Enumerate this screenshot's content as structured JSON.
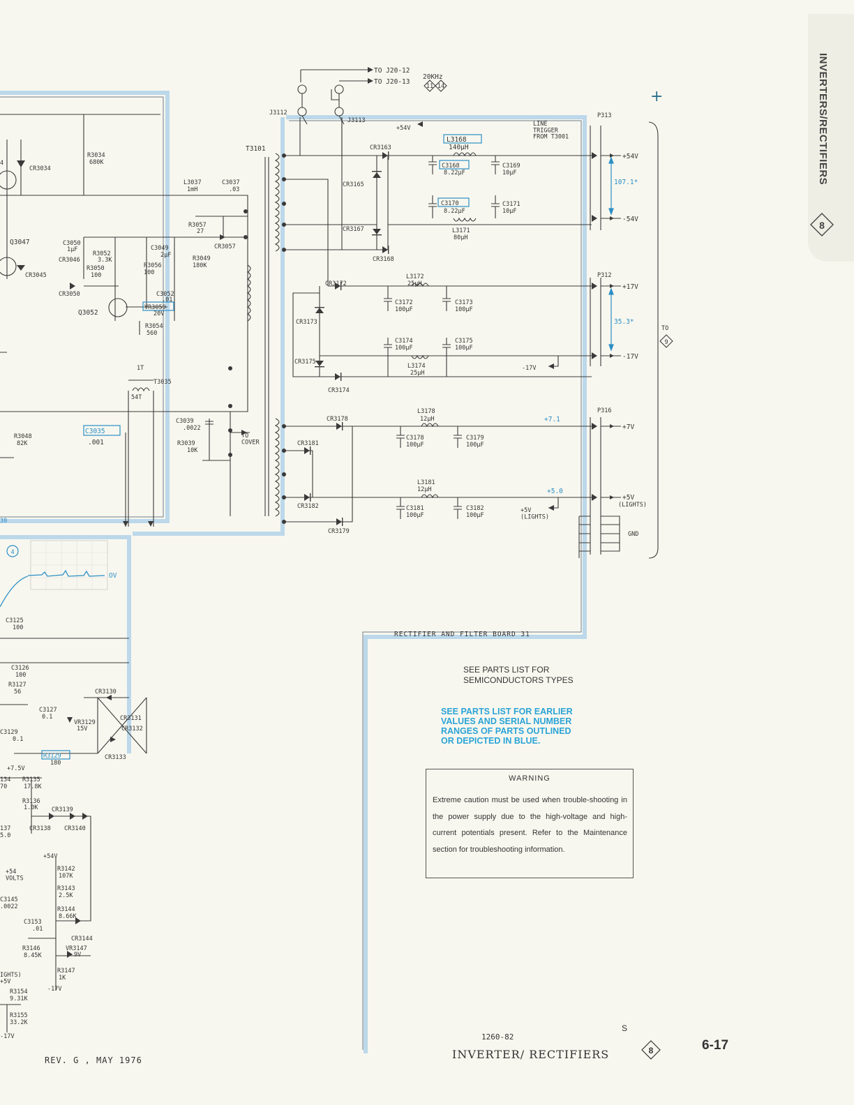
{
  "side_title": "INVERTERS/RECTIFIERS",
  "side_badge": "8",
  "board_name": "RECTIFIER AND FILTER BOARD 31",
  "notes": {
    "parts_list": "SEE PARTS LIST FOR\nSEMICONDUCTORS TYPES",
    "earlier_values": "SEE PARTS LIST FOR EARLIER\nVALUES AND SERIAL NUMBER\nRANGES OF PARTS OUTLINED\nOR DEPICTED IN BLUE."
  },
  "warning": {
    "title": "WARNING",
    "body": "Extreme caution must be used when trouble-shooting in the power supply due to the high-voltage and high-current potentials present. Refer to the Maintenance section for troubleshooting information."
  },
  "footer": {
    "model": "1260-82",
    "title": "INVERTER/ RECTIFIERS",
    "badge": "8",
    "page_number": "6-17",
    "revision": "REV. G , MAY 1976",
    "mark": "S"
  },
  "top": {
    "to_j20_12": "TO J20-12",
    "to_j20_13": "TO J20-13",
    "freq": "20KHz",
    "badge_a": "11",
    "badge_b": "14",
    "j3112": "J3112",
    "j3113": "J3113"
  },
  "outputs": {
    "p313": "P313",
    "line_trigger": "LINE\nTRIGGER\nFROM T3001",
    "plus54": "+54V",
    "minus54": "-54V",
    "v54_measured": "107.1*",
    "p312": "P312",
    "plus17": "+17V",
    "minus17": "-17V",
    "v17_measured": "35.3*",
    "p316": "P316",
    "plus7": "+7V",
    "plus7_measured": "+7.1",
    "plus5": "+5V",
    "plus5_lights": "(LIGHTS)",
    "plus5_measured": "+5.0",
    "gnd": "GND",
    "to": "TO",
    "to_badge": "9",
    "minus17_ret": "-17V",
    "plus5_ret": "+5V\n(LIGHTS)",
    "plus54_int": "+54V"
  },
  "components": {
    "t3101": "T3101",
    "cr3163": "CR3163",
    "cr3165": "CR3165",
    "cr3167": "CR3167",
    "cr3168": "CR3168",
    "l3168": "L3168",
    "l3168_v": "140μH",
    "c3168": "C3168",
    "c3168_v": "8.22μF",
    "c3169": "C3169",
    "c3169_v": "10μF",
    "c3170": "C3170",
    "c3170_v": "8.22μF",
    "c3171": "C3171",
    "c3171_v": "10μF",
    "l3171": "L3171",
    "l3171_v": "80μH",
    "cr3172": "CR3172",
    "cr3173": "CR3173",
    "cr3174": "CR3174",
    "cr3175": "CR3175",
    "l3172": "L3172",
    "l3172_v": "25μH",
    "c3172": "C3172",
    "c3172_v": "100μF",
    "c3173": "C3173",
    "c3173_v": "100μF",
    "c3174": "C3174",
    "c3174_v": "100μF",
    "c3175": "C3175",
    "c3175_v": "100μF",
    "l3174": "L3174",
    "l3174_v": "25μH",
    "cr3178": "CR3178",
    "cr3181": "CR3181",
    "cr3182": "CR3182",
    "cr3179": "CR3179",
    "l3178": "L3178",
    "l3178_v": "12μH",
    "c3178": "C3178",
    "c3178_v": "100μF",
    "c3179": "C3179",
    "c3179_v": "100μF",
    "l3181": "L3181",
    "l3181_v": "12μH",
    "c3181": "C3181",
    "c3181_v": "100μF",
    "c3182": "C3182",
    "c3182_v": "100μF",
    "r3034": "R3034",
    "r3034_v": "680K",
    "cr3034": "CR3034",
    "l3037": "L3037",
    "l3037_v": "1mH",
    "c3037": "C3037",
    "c3037_v": ".03",
    "r3057": "R3057",
    "r3057_v": "27",
    "cr3057": "CR3057",
    "q3047": "Q3047",
    "c3050": "C3050",
    "c3050_v": "1μF",
    "cr3046": "CR3046",
    "cr3045": "CR3045",
    "r3052": "R3052",
    "r3052_v": "3.3K",
    "r3050": "R3050",
    "r3050_v": "100",
    "c3049": "C3049",
    "c3049_v": "2μF",
    "r3056": "R3056",
    "r3056_v": "100",
    "r3049": "R3049",
    "r3049_v": "180K",
    "cr3050": "CR3050",
    "c3052": "C3052",
    "c3052_v": ".01",
    "vr3059": "VR3059",
    "vr3059_v": "20V",
    "q3052": "Q3052",
    "r3054": "R3054",
    "r3054_v": "560",
    "t3035": "T3035",
    "t3035_turns": "54T",
    "t3035_p": "1T",
    "c3039": "C3039",
    "c3039_v": ".0022",
    "r3039": "R3039",
    "r3039_v": "10K",
    "to_cover": "TO\nCOVER",
    "r3048": "R3048",
    "r3048_v": "82K",
    "c3035": "C3035",
    "c3035_v": ".001",
    "c3125": "C3125",
    "c3125_v": "100",
    "c3126": "C3126",
    "c3126_v": "100",
    "r3127": "R3127",
    "r3127_v": "56",
    "c3127": "C3127",
    "c3127_v": "0.1",
    "c3129": "C3129",
    "c3129_v": "0.1",
    "vr3129": "VR3129",
    "vr3129_v": "15V",
    "cr3130": "CR3130",
    "cr3131": "CR3131",
    "cr3132": "CR3132",
    "cr3133": "CR3133",
    "r3129": "R3129",
    "r3129_v": "180",
    "plus7_5": "+7.5V",
    "r3135": "R3135",
    "r3135_v": "17.8K",
    "r3134": "134",
    "r3134_v": "70",
    "r3136": "R3136",
    "r3136_v": "1.0K",
    "cr3139": "CR3139",
    "cr3138": "CR3138",
    "cr3140": "CR3140",
    "r3137": "137",
    "r3137_v": "5.0",
    "plus54v_b": "+54V",
    "r3142": "R3142",
    "r3142_v": "107K",
    "volts54": "+54\nVOLTS",
    "r3143": "R3143",
    "r3143_v": "2.5K",
    "c3145": "C3145",
    "c3145_v": ".0022",
    "r3144": "R3144",
    "r3144_v": "8.66K",
    "c3153": "C3153",
    "c3153_v": ".01",
    "cr3144": "CR3144",
    "r3146": "R3146",
    "r3146_v": "8.45K",
    "vr3147": "VR3147",
    "vr3147_v": "9V",
    "r3147": "R3147",
    "r3147_v": "1K",
    "minus17b": "-17V",
    "lights_plus5": "IGHTS)\n+5V",
    "r3154": "R3154",
    "r3154_v": "9.31K",
    "r3155": "R3155",
    "r3155_v": "33.2K",
    "minus17c": "-17V",
    "scope_badge": "4",
    "scope_ov": "OV",
    "num30": "30",
    "pin_edge": "4"
  }
}
